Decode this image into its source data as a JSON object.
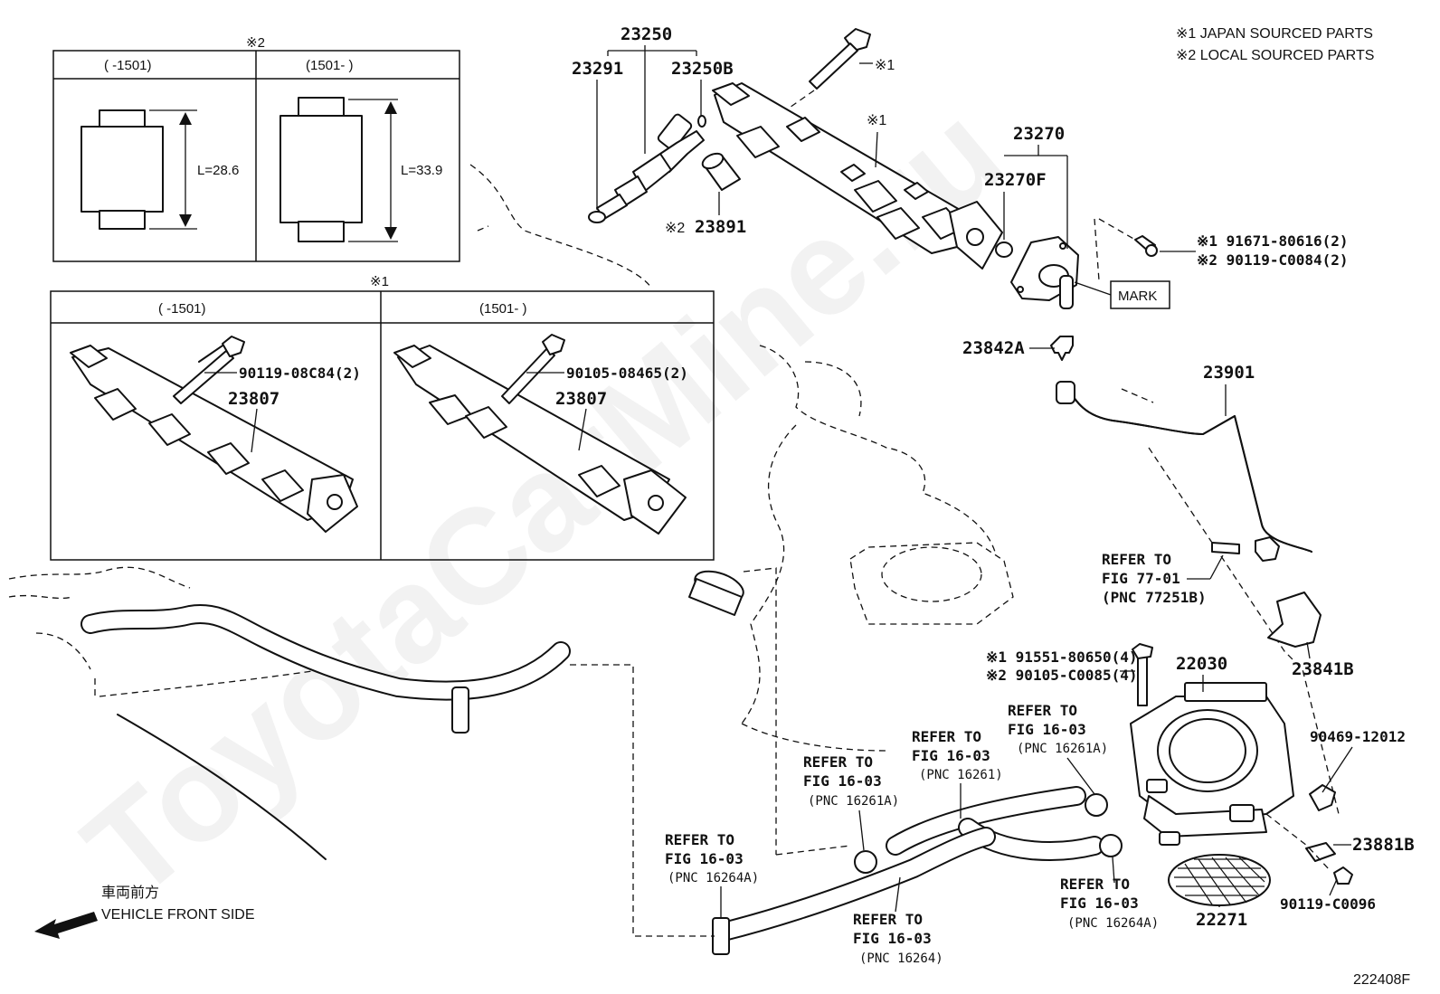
{
  "legend": {
    "japan": "※1 JAPAN SOURCED PARTS",
    "local": "※2 LOCAL SOURCED PARTS"
  },
  "boxes": {
    "top_mark": "※2",
    "top_left_header": "(     -1501)",
    "top_right_header": "(1501-     )",
    "dim_left": "L=28.6",
    "dim_right": "L=33.9",
    "lower_mark": "※1",
    "lower_left_header": "(     -1501)",
    "lower_right_header": "(1501-     )",
    "lower_left_bolt": "90119-08C84(2)",
    "lower_left_rail": "23807",
    "lower_right_bolt": "90105-08465(2)",
    "lower_right_rail": "23807"
  },
  "parts": {
    "p23250": "23250",
    "p23291": "23291",
    "p23250B": "23250B",
    "p23891": "23891",
    "p23891_mark": "※2",
    "bolt_mark": "※1",
    "rail_mark": "※1",
    "p23270": "23270",
    "p23270F": "23270F",
    "bolt1": "※1 91671-80616(2)",
    "bolt2": "※2 90119-C0084(2)",
    "mark": "MARK",
    "p23842A": "23842A",
    "p23901": "23901",
    "refer_77": [
      "REFER TO",
      "FIG 77-01",
      "(PNC 77251B)"
    ],
    "p23841B": "23841B",
    "tb_bolt1": "※1 91551-80650(4)",
    "tb_bolt2": "※2 90105-C0085(4)",
    "p22030": "22030",
    "refer_16261A_right": [
      "REFER TO",
      "FIG 16-03",
      "(PNC 16261A)"
    ],
    "refer_16261": [
      "REFER TO",
      "FIG 16-03",
      "(PNC 16261)"
    ],
    "refer_16261A_left": [
      "REFER TO",
      "FIG 16-03",
      "(PNC 16261A)"
    ],
    "p90469": "90469-12012",
    "p23881B": "23881B",
    "p90119c": "90119-C0096",
    "p22271": "22271",
    "refer_16264A_right": [
      "REFER TO",
      "FIG 16-03",
      "(PNC 16264A)"
    ],
    "refer_16264": [
      "REFER TO",
      "FIG 16-03",
      "(PNC 16264)"
    ],
    "refer_16264A_left": [
      "REFER TO",
      "FIG 16-03",
      "(PNC 16264A)"
    ]
  },
  "front": {
    "jp": "車両前方",
    "en": "VEHICLE FRONT SIDE"
  },
  "figure_id": "222408F",
  "watermark": "ToyotaCarMine.ru"
}
